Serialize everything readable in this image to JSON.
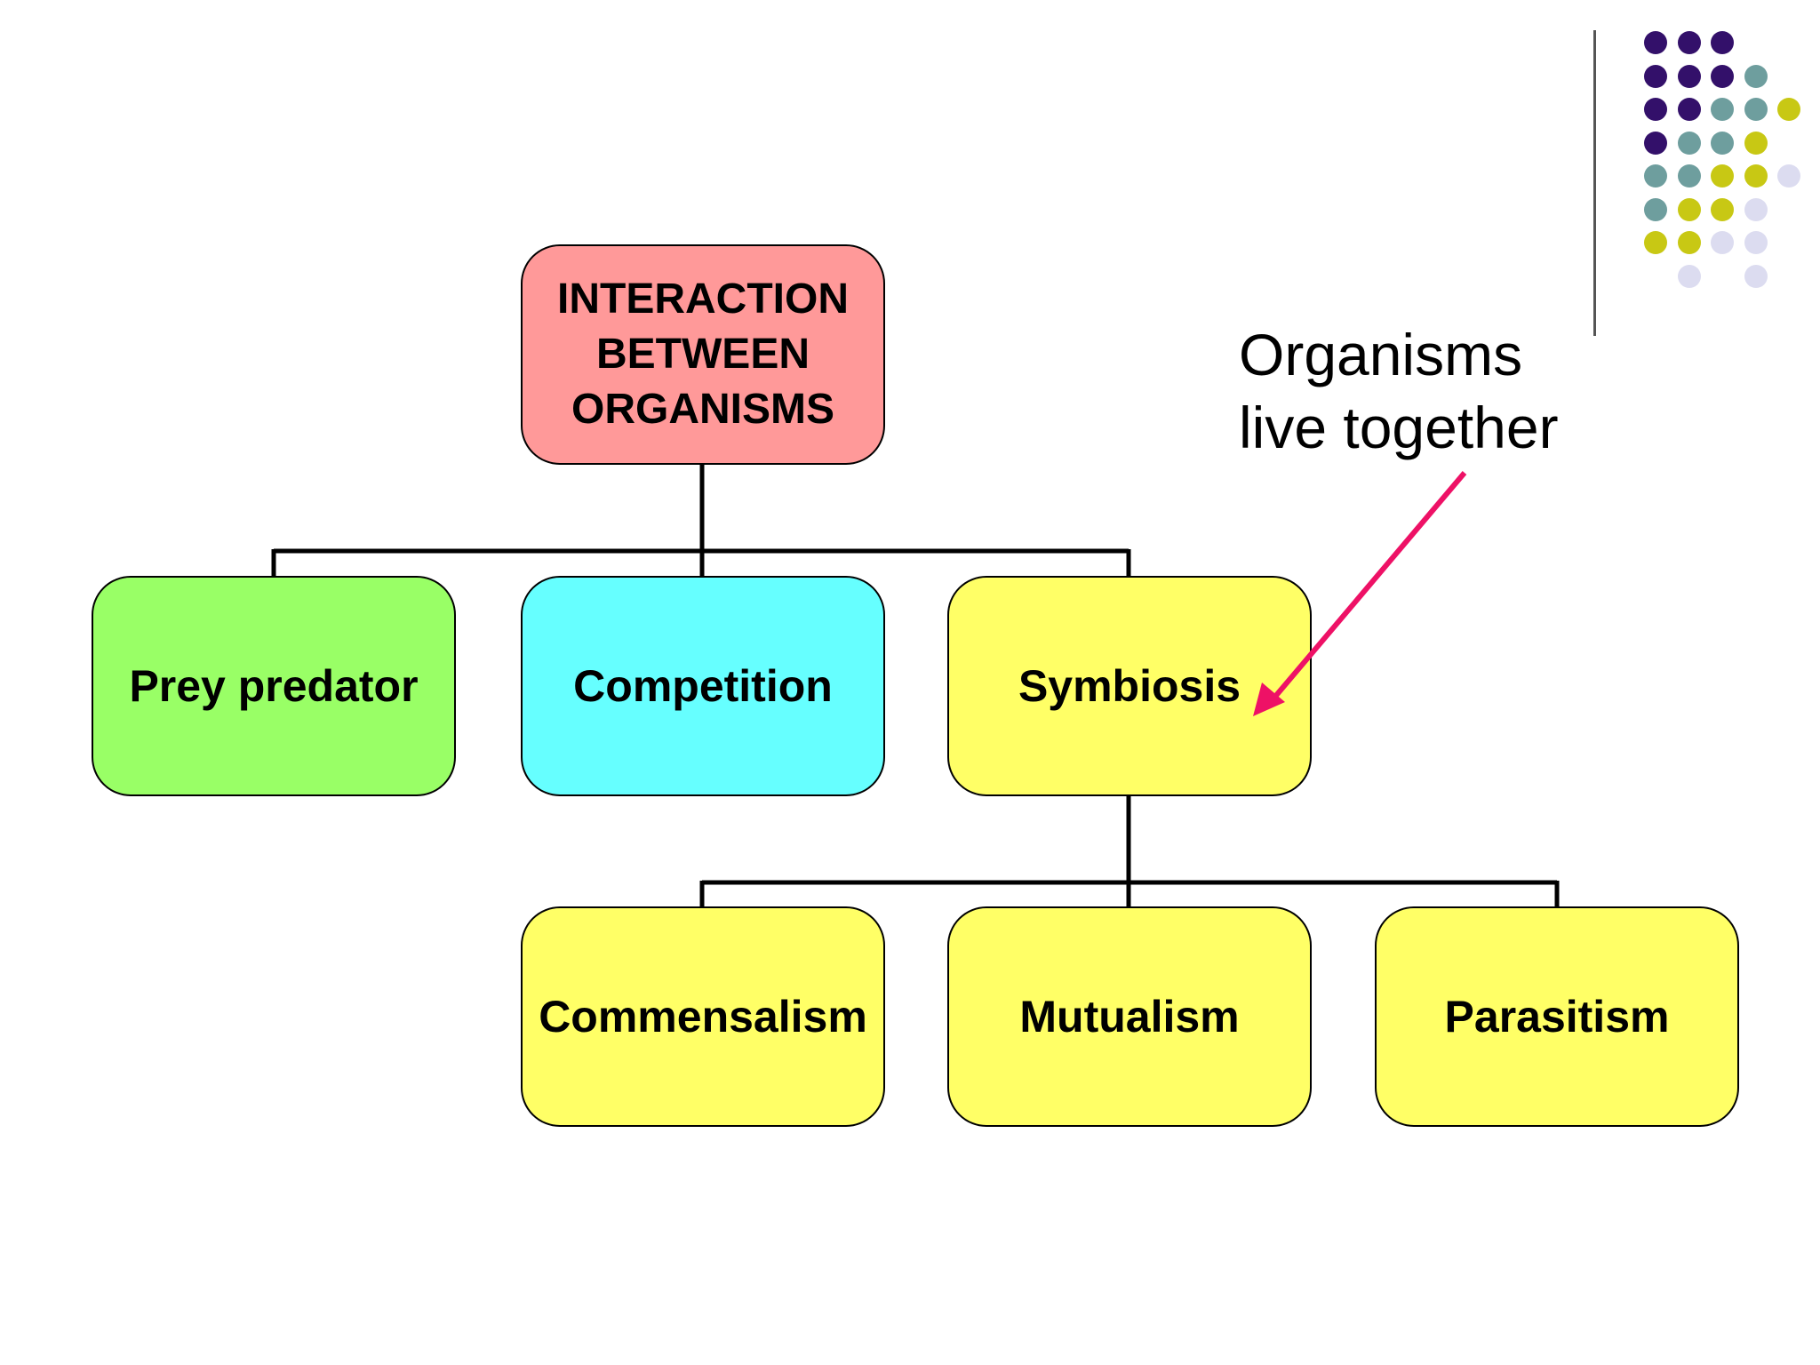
{
  "root": {
    "lines": [
      "INTERACTION",
      "BETWEEN",
      "ORGANISMS"
    ],
    "color": "#ff9999"
  },
  "level1": [
    {
      "label": "Prey predator",
      "color": "#99ff66"
    },
    {
      "label": "Competition",
      "color": "#66ffff"
    },
    {
      "label": "Symbiosis",
      "color": "#ffff66"
    }
  ],
  "level2": [
    {
      "label": "Commensalism",
      "color": "#ffff66"
    },
    {
      "label": "Mutualism",
      "color": "#ffff66"
    },
    {
      "label": "Parasitism",
      "color": "#ffff66"
    }
  ],
  "annotation": {
    "lines": [
      "Organisms",
      "live together"
    ],
    "arrow_color": "#ee1166"
  },
  "decoration": {
    "palette": {
      "P": "#33106a",
      "T": "#6e9e9e",
      "Y": "#c8c814",
      "L": "#dcdcf0"
    },
    "rows": [
      "PPP..",
      "PPPT.",
      "PPTTY",
      "PTTY.",
      "TTYYL",
      "TYYL.",
      "YYLL.",
      ".L.L."
    ]
  }
}
